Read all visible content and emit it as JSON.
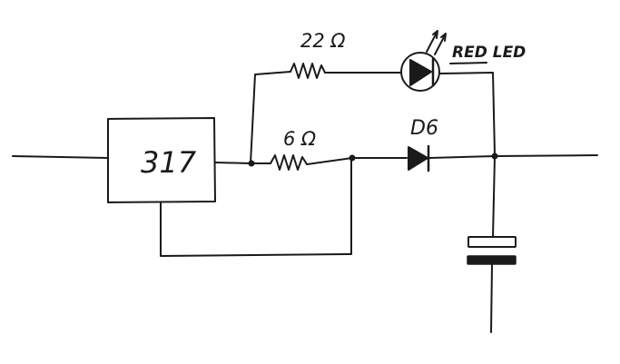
{
  "diagram": {
    "regulator": {
      "label": "317"
    },
    "resistor_led": {
      "label": "22 Ω"
    },
    "resistor_sense": {
      "label": "6 Ω"
    },
    "led": {
      "label": "RED LED"
    },
    "diode": {
      "label": "D6"
    }
  }
}
